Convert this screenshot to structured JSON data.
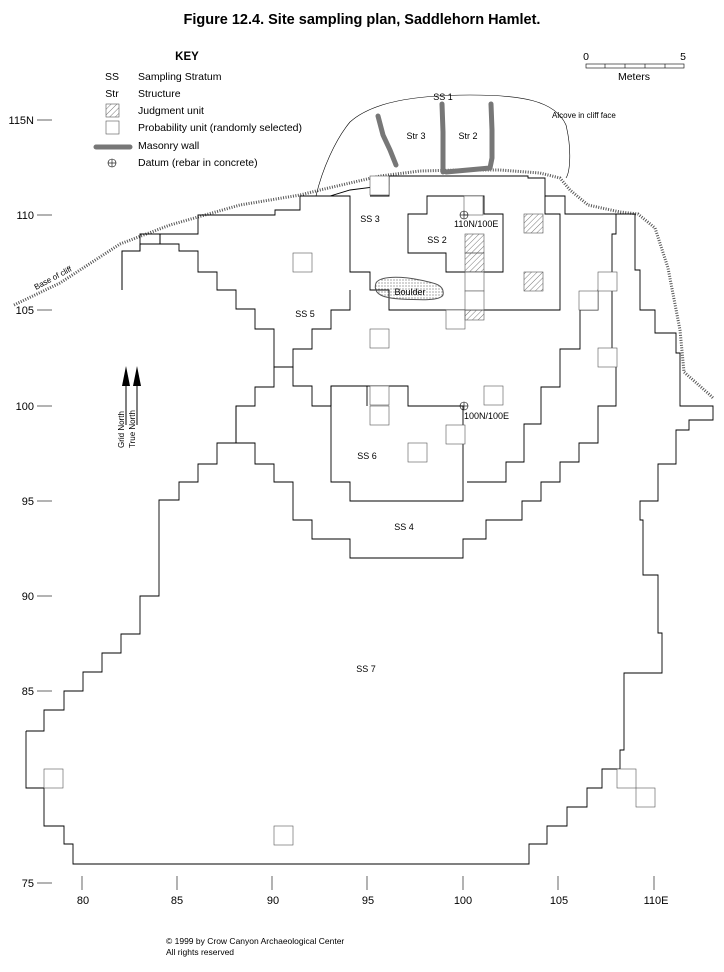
{
  "title": "Figure 12.4.  Site sampling plan, Saddlehorn Hamlet.",
  "key": {
    "heading": "KEY",
    "items": [
      {
        "abbr": "SS",
        "text": "Sampling Stratum"
      },
      {
        "abbr": "Str",
        "text": "Structure"
      },
      {
        "abbr": "",
        "text": "Judgment unit"
      },
      {
        "abbr": "",
        "text": "Probability unit (randomly selected)"
      },
      {
        "abbr": "",
        "text": "Masonry wall"
      },
      {
        "abbr": "",
        "text": "Datum (rebar in concrete)"
      }
    ]
  },
  "scale_bar": {
    "start": "0",
    "end": "5",
    "unit": "Meters"
  },
  "north_arrows": {
    "grid": "Grid North",
    "true": "True North"
  },
  "y_axis": {
    "labels": [
      "115N",
      "110",
      "105",
      "100",
      "95",
      "90",
      "85",
      "75"
    ]
  },
  "x_axis": {
    "labels": [
      "80",
      "85",
      "90",
      "95",
      "100",
      "105",
      "110E"
    ]
  },
  "strata": {
    "ss1": "SS 1",
    "ss2": "SS 2",
    "ss3": "SS 3",
    "ss4": "SS 4",
    "ss5": "SS 5",
    "ss6": "SS 6",
    "ss7": "SS 7"
  },
  "structures": {
    "str2": "Str 2",
    "str3": "Str 3"
  },
  "features": {
    "boulder": "Boulder",
    "alcove": "Alcove in cliff face",
    "base_of_cliff": "Base of cliff"
  },
  "datums": {
    "d1": "110N/100E",
    "d2": "100N/100E"
  },
  "footer": {
    "copyright": "© 1999 by Crow Canyon Archaeological Center",
    "rights": "All rights reserved"
  }
}
